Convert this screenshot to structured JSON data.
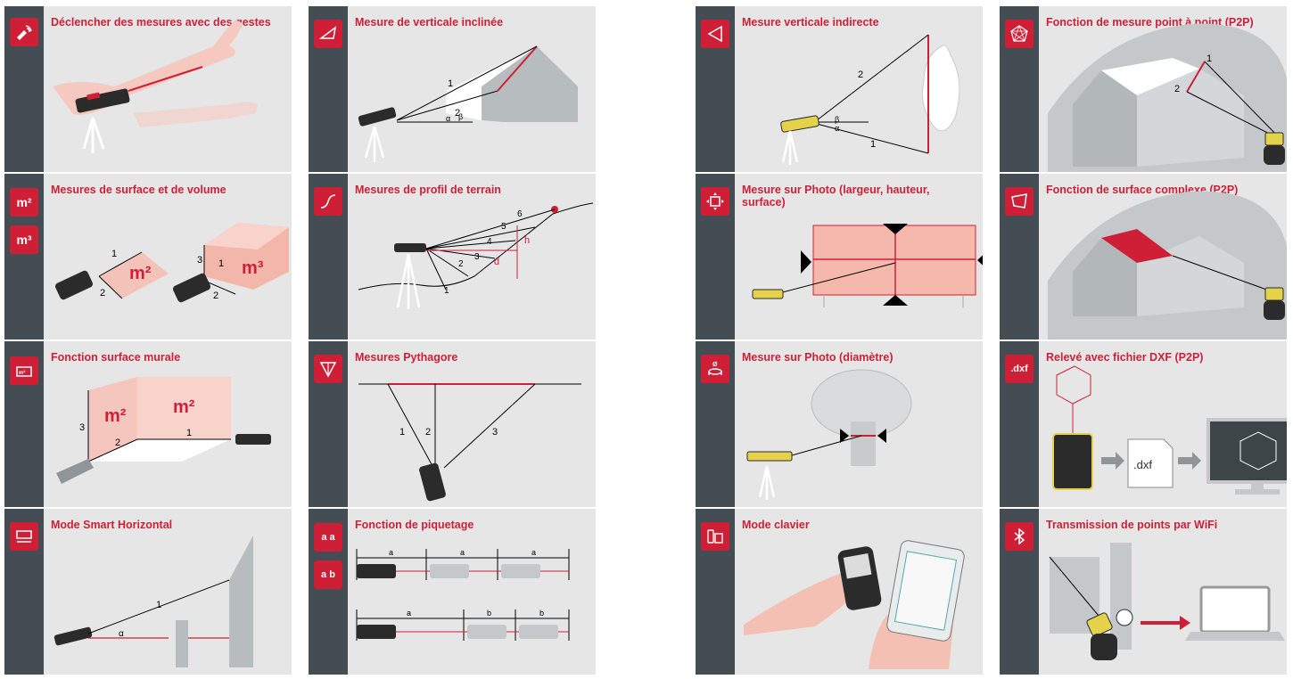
{
  "panels": {
    "p1": {
      "title": "Déclencher des mesures avec des gestes",
      "icon": "gesture-icon"
    },
    "p2": {
      "title": "Mesure de verticale inclinée",
      "icon": "inclined-vertical-icon",
      "labels": [
        "1",
        "2",
        "α",
        "β"
      ]
    },
    "p3": {
      "title": "Mesure verticale indirecte",
      "icon": "indirect-vertical-icon",
      "labels": [
        "2",
        "1",
        "β",
        "α"
      ]
    },
    "p4": {
      "title": "Fonction de mesure point à point (P2P)",
      "icon": "p2p-icon",
      "labels": [
        "1",
        "2"
      ]
    },
    "p5": {
      "title": "Mesures de surface et de volume",
      "icon_a": "m²",
      "icon_b": "m³",
      "labels": [
        "1",
        "2",
        "3",
        "1",
        "2"
      ],
      "area_text": "m²",
      "volume_text": "m³"
    },
    "p6": {
      "title": "Mesures de profil de terrain",
      "icon": "terrain-profile-icon",
      "labels": [
        "1",
        "2",
        "3",
        "4",
        "5",
        "6",
        "h",
        "d"
      ]
    },
    "p7": {
      "title": "Mesure sur Photo (largeur, hauteur, surface)",
      "icon": "photo-measure-icon"
    },
    "p8": {
      "title": "Fonction de surface complexe (P2P)",
      "icon": "complex-surface-icon"
    },
    "p9": {
      "title": "Fonction surface murale",
      "icon": "wall-surface-icon",
      "labels": [
        "3",
        "2",
        "1"
      ],
      "area_text": "m²"
    },
    "p10": {
      "title": "Mesures Pythagore",
      "icon": "pythagoras-icon",
      "labels": [
        "1",
        "2",
        "3"
      ]
    },
    "p11": {
      "title": "Mesure sur Photo (diamètre)",
      "icon": "diameter-icon"
    },
    "p12": {
      "title": "Relevé avec fichier DXF (P2P)",
      "icon_text": ".dxf",
      "file_label": ".dxf"
    },
    "p13": {
      "title": "Mode Smart Horizontal",
      "icon": "smart-horizontal-icon",
      "labels": [
        "1",
        "α"
      ]
    },
    "p14": {
      "title": "Fonction de piquetage",
      "icon_a": "a a",
      "icon_b": "a b",
      "labels_top": [
        "a",
        "a",
        "a"
      ],
      "labels_bottom": [
        "a",
        "b",
        "b"
      ]
    },
    "p15": {
      "title": "Mode clavier",
      "icon": "keyboard-mode-icon"
    },
    "p16": {
      "title": "Transmission de points par WiFi",
      "icon": "bluetooth-icon"
    }
  },
  "colors": {
    "accent": "#cf1f36",
    "bar": "#454d54",
    "panel": "#e6e6e7"
  }
}
